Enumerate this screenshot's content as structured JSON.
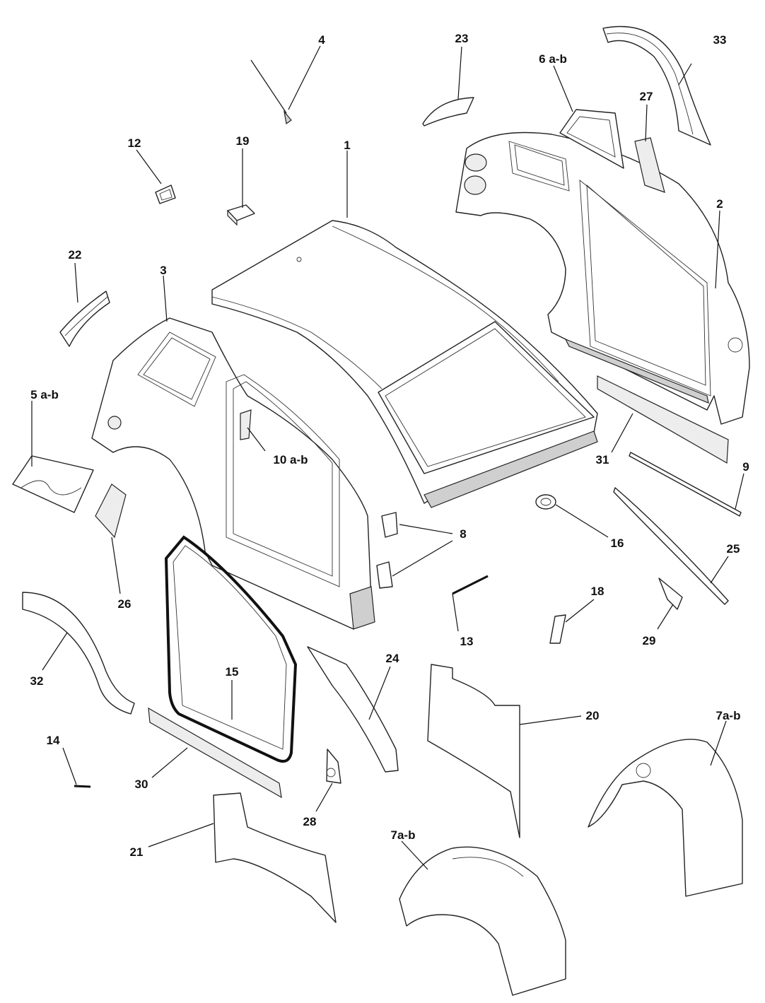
{
  "callouts": [
    {
      "id": "c1",
      "label": "1"
    },
    {
      "id": "c2",
      "label": "2"
    },
    {
      "id": "c3",
      "label": "3"
    },
    {
      "id": "c4",
      "label": "4"
    },
    {
      "id": "c5",
      "label": "5 a-b"
    },
    {
      "id": "c6",
      "label": "6 a-b"
    },
    {
      "id": "c7a",
      "label": "7a-b"
    },
    {
      "id": "c7b",
      "label": "7a-b"
    },
    {
      "id": "c8",
      "label": "8"
    },
    {
      "id": "c9",
      "label": "9"
    },
    {
      "id": "c10",
      "label": "10 a-b"
    },
    {
      "id": "c12",
      "label": "12"
    },
    {
      "id": "c13",
      "label": "13"
    },
    {
      "id": "c14",
      "label": "14"
    },
    {
      "id": "c15",
      "label": "15"
    },
    {
      "id": "c16",
      "label": "16"
    },
    {
      "id": "c18",
      "label": "18"
    },
    {
      "id": "c19",
      "label": "19"
    },
    {
      "id": "c20",
      "label": "20"
    },
    {
      "id": "c21",
      "label": "21"
    },
    {
      "id": "c22",
      "label": "22"
    },
    {
      "id": "c23",
      "label": "23"
    },
    {
      "id": "c24",
      "label": "24"
    },
    {
      "id": "c25",
      "label": "25"
    },
    {
      "id": "c26",
      "label": "26"
    },
    {
      "id": "c27",
      "label": "27"
    },
    {
      "id": "c28",
      "label": "28"
    },
    {
      "id": "c29",
      "label": "29"
    },
    {
      "id": "c30",
      "label": "30"
    },
    {
      "id": "c31",
      "label": "31"
    },
    {
      "id": "c32",
      "label": "32"
    },
    {
      "id": "c33",
      "label": "33"
    }
  ]
}
